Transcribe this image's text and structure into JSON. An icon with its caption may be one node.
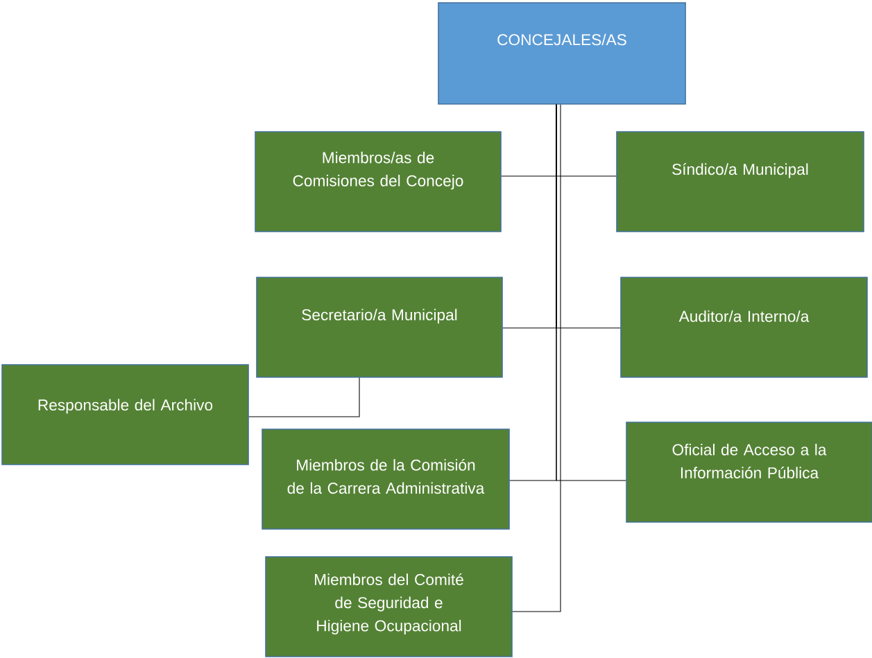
{
  "diagram": {
    "nodes": [
      {
        "text": [
          "CONCEJALES/AS"
        ]
      },
      {
        "text": [
          "Miembros/as de Comisiones del Concejo"
        ]
      },
      {
        "text": [
          "Síndico/a Municipal"
        ]
      },
      {
        "text": [
          "Secretario/a Municipal"
        ]
      },
      {
        "text": [
          "Auditor/a Interno/a"
        ]
      },
      {
        "text": [
          "Responsable del Archivo"
        ]
      },
      {
        "text": [
          "Miembros de la Comisión de la Carrera Administrativa"
        ]
      },
      {
        "text": [
          "Oficial de Acceso a la Información Pública"
        ]
      },
      {
        "text": [
          "Miembros del Comité de Seguridad e Higiene Ocupacional"
        ]
      }
    ],
    "edges": [
      {
        "from": 0,
        "to": 1,
        "arrow": "none"
      },
      {
        "from": 0,
        "to": 2,
        "arrow": "none"
      },
      {
        "from": 0,
        "to": 3,
        "arrow": "none"
      },
      {
        "from": 0,
        "to": 4,
        "arrow": "none"
      },
      {
        "from": 0,
        "to": 6,
        "arrow": "none"
      },
      {
        "from": 0,
        "to": 7,
        "arrow": "none"
      },
      {
        "from": 0,
        "to": 8,
        "arrow": "none"
      },
      {
        "from": 3,
        "to": 5,
        "arrow": "none"
      }
    ]
  }
}
